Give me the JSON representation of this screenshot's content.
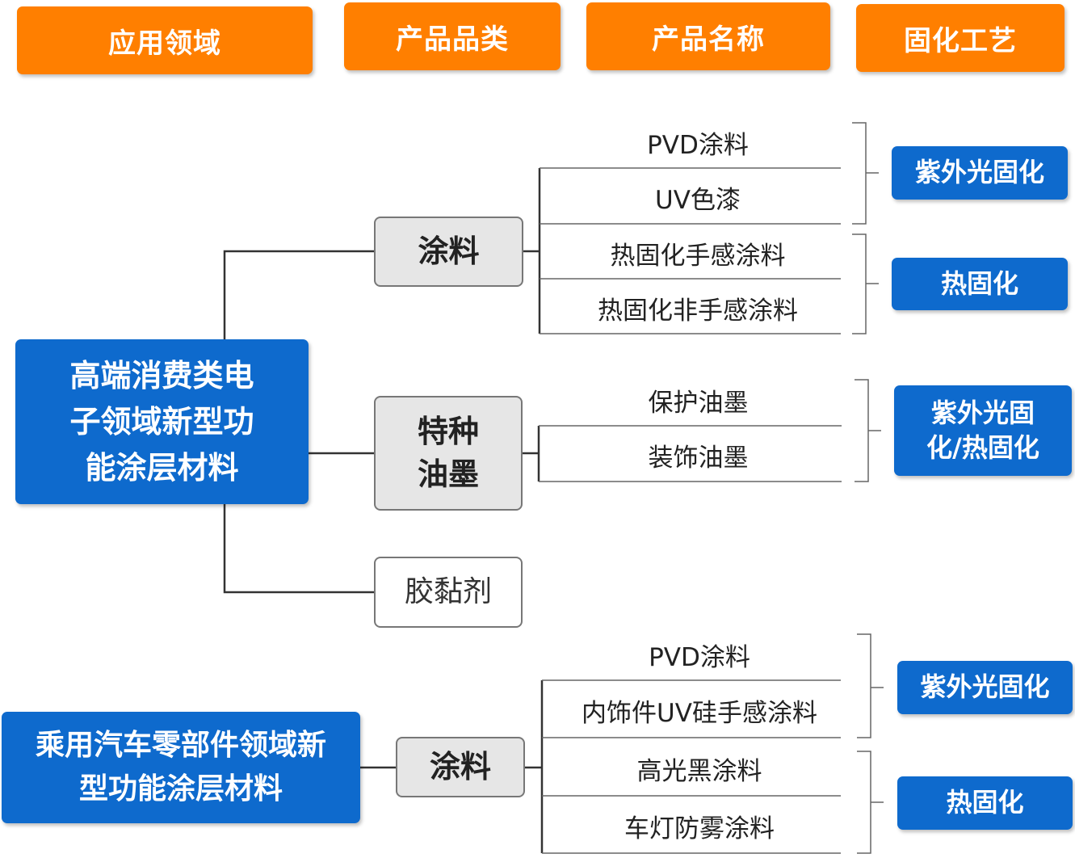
{
  "headers": [
    "应用领域",
    "产品品类",
    "产品名称",
    "固化工艺"
  ],
  "domain1": {
    "label": "高端消费类电\n子领域新型功\n能涂层材料",
    "categories": {
      "coating": "涂料",
      "ink": "特种\n油墨",
      "adhesive": "胶黏剂"
    },
    "products": [
      "PVD涂料",
      "UV色漆",
      "热固化手感涂料",
      "热固化非手感涂料",
      "保护油墨",
      "装饰油墨"
    ],
    "processes": [
      "紫外光固化",
      "热固化",
      "紫外光固\n化/热固化"
    ]
  },
  "domain2": {
    "label": "乘用汽车零部件领域新\n型功能涂层材料",
    "categories": {
      "coating": "涂料"
    },
    "products": [
      "PVD涂料",
      "内饰件UV硅手感涂料",
      "高光黑涂料",
      "车灯防雾涂料"
    ],
    "processes": [
      "紫外光固化",
      "热固化"
    ]
  },
  "colors": {
    "header_orange": "#FF7F00",
    "accent_blue": "#0E6ACD",
    "category_gray": "#E6E6E6",
    "line": "#333333"
  }
}
